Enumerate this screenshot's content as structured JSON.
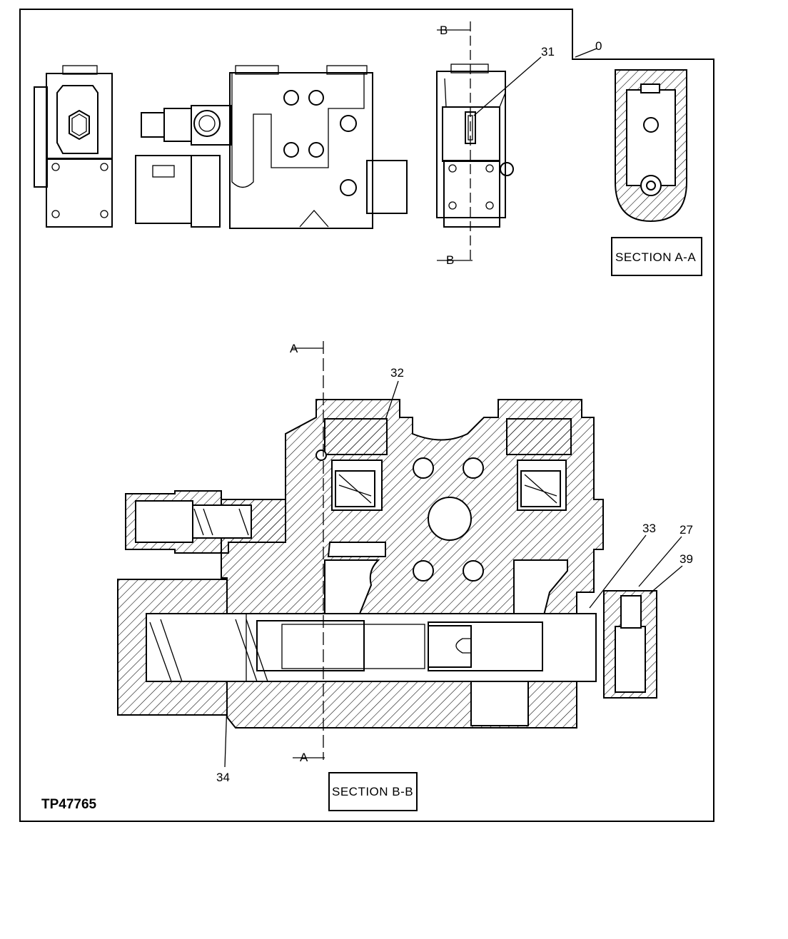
{
  "figure_code": "TP47765",
  "callouts": {
    "c0": "0",
    "c31": "31",
    "c32": "32",
    "c33": "33",
    "c27": "27",
    "c39": "39",
    "c34": "34"
  },
  "section_markers": {
    "b_top": "B",
    "b_bottom": "B",
    "a_top": "A",
    "a_bottom": "A"
  },
  "section_titles": {
    "section_aa": "SECTION A-A",
    "section_bb": "SECTION B-B"
  }
}
